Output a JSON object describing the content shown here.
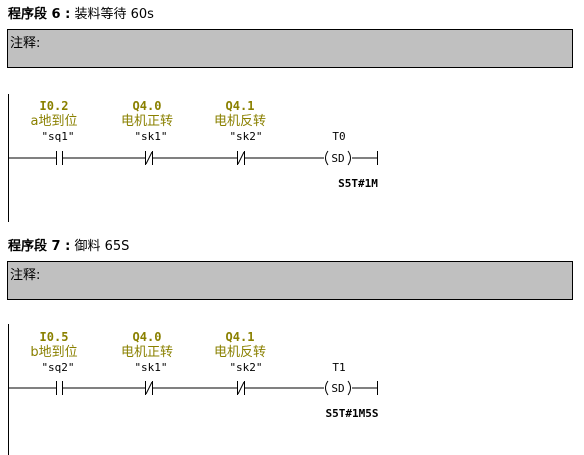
{
  "segments": [
    {
      "label": "程序段 6 :",
      "title": "装料等待 60s",
      "comment_label": "注释:",
      "contacts": [
        {
          "address": "I0.2",
          "symbol": "a地到位",
          "operand": "\"sq1\"",
          "type": "NO"
        },
        {
          "address": "Q4.0",
          "symbol": "电机正转",
          "operand": "\"sk1\"",
          "type": "NC"
        },
        {
          "address": "Q4.1",
          "symbol": "电机反转",
          "operand": "\"sk2\"",
          "type": "NC"
        }
      ],
      "coil": {
        "name": "T0",
        "type": "SD",
        "param": "S5T#1M"
      }
    },
    {
      "label": "程序段 7 :",
      "title": "御料 65S",
      "comment_label": "注释:",
      "contacts": [
        {
          "address": "I0.5",
          "symbol": "b地到位",
          "operand": "\"sq2\"",
          "type": "NO"
        },
        {
          "address": "Q4.0",
          "symbol": "电机正转",
          "operand": "\"sk1\"",
          "type": "NC"
        },
        {
          "address": "Q4.1",
          "symbol": "电机反转",
          "operand": "\"sk2\"",
          "type": "NC"
        }
      ],
      "coil": {
        "name": "T1",
        "type": "SD",
        "param": "S5T#1M5S"
      }
    }
  ]
}
